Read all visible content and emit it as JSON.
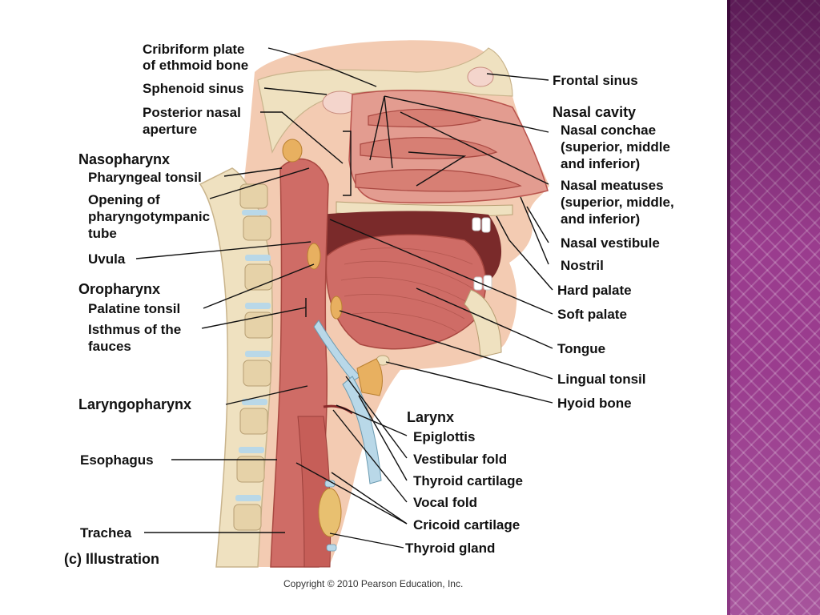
{
  "labels": {
    "cribriform_1": "Cribriform plate",
    "cribriform_2": "of ethmoid bone",
    "sphenoid": "Sphenoid sinus",
    "posterior_1": "Posterior nasal",
    "posterior_2": "aperture",
    "nasopharynx": "Nasopharynx",
    "pharyngeal_tonsil": "Pharyngeal tonsil",
    "opening_1": "Opening of",
    "opening_2": "pharyngotympanic",
    "opening_3": "tube",
    "uvula": "Uvula",
    "oropharynx": "Oropharynx",
    "palatine_tonsil": "Palatine tonsil",
    "isthmus_1": "Isthmus of the",
    "isthmus_2": "fauces",
    "laryngopharynx": "Laryngopharynx",
    "esophagus": "Esophagus",
    "trachea": "Trachea",
    "illustration": "(c) Illustration",
    "frontal_sinus": "Frontal sinus",
    "nasal_cavity": "Nasal cavity",
    "conchae_1": "Nasal conchae",
    "conchae_2": "(superior, middle",
    "conchae_3": "and inferior)",
    "meatuses_1": "Nasal meatuses",
    "meatuses_2": "(superior, middle,",
    "meatuses_3": "and inferior)",
    "nasal_vestibule": "Nasal vestibule",
    "nostril": "Nostril",
    "hard_palate": "Hard palate",
    "soft_palate": "Soft palate",
    "tongue": "Tongue",
    "lingual_tonsil": "Lingual tonsil",
    "hyoid_bone": "Hyoid bone",
    "larynx": "Larynx",
    "epiglottis": "Epiglottis",
    "vestibular_fold": "Vestibular fold",
    "thyroid_cartilage": "Thyroid cartilage",
    "vocal_fold": "Vocal fold",
    "cricoid_cartilage": "Cricoid cartilage",
    "thyroid_gland": "Thyroid gland"
  },
  "copyright": "Copyright © 2010 Pearson Education, Inc.",
  "colors": {
    "tissue": "#d9827a",
    "tissue_dark": "#b8524c",
    "bone": "#f0e2c2",
    "cartilage": "#b9d8e8",
    "skin": "#f2c9b0",
    "panel": "#9a3c8e"
  }
}
